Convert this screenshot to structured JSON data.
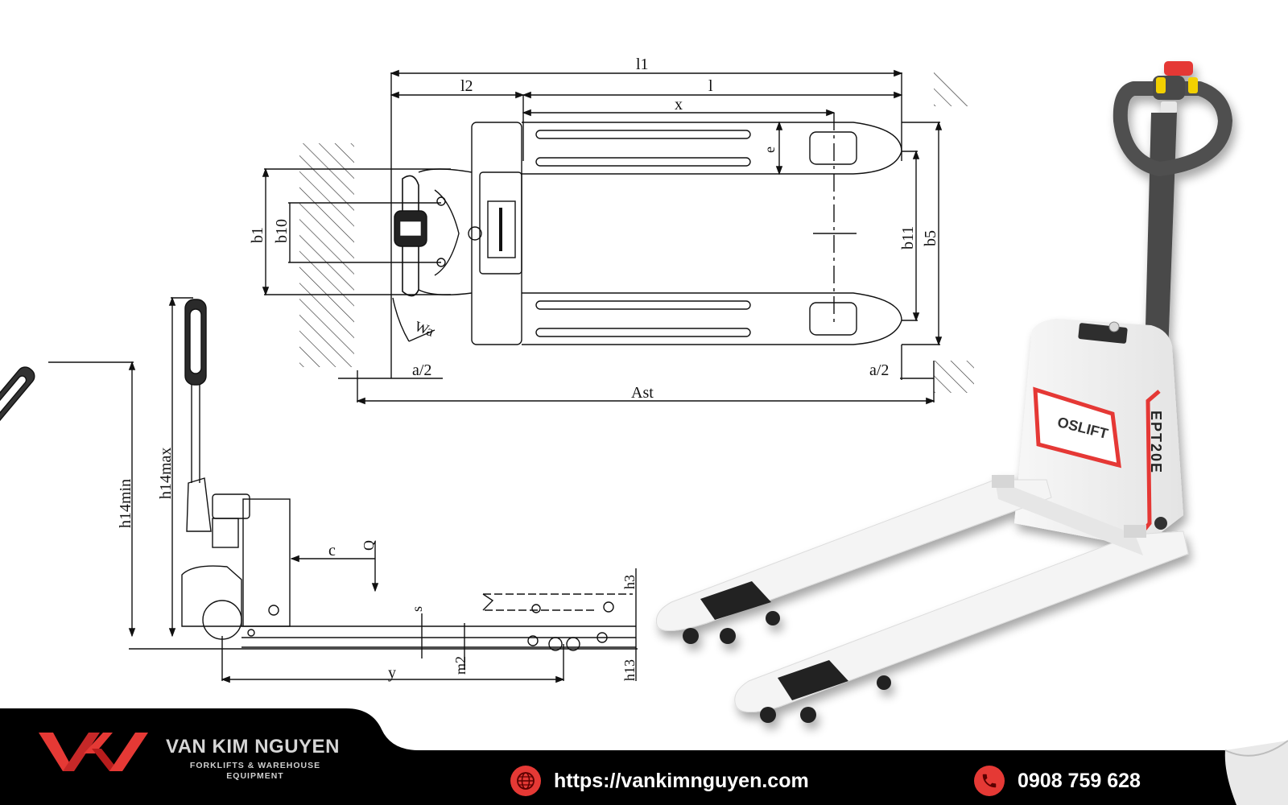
{
  "drawing": {
    "top_view": {
      "labels": {
        "l1": "l1",
        "l2": "l2",
        "l": "l",
        "x": "x",
        "e": "e",
        "b1": "b1",
        "b10": "b10",
        "b11": "b11",
        "b5": "b5",
        "wa": "Wa",
        "a_half_left": "a/2",
        "a_half_right": "a/2",
        "ast": "Ast"
      }
    },
    "side_view": {
      "labels": {
        "h14min": "h14min",
        "h14max": "h14max",
        "c": "c",
        "q": "Q",
        "s": "s",
        "m2": "m2",
        "y": "y",
        "h3": "h3",
        "h13": "h13"
      }
    }
  },
  "product": {
    "brand_plate": "OSLIFT",
    "model": "EPT20E",
    "colors": {
      "body": "#f2f2f2",
      "accent": "#e53935",
      "handle": "#4a4a4a",
      "button": "#e53935",
      "switch": "#f2d000"
    }
  },
  "footer": {
    "logo_mark": "VKN",
    "company_name": "VAN KIM NGUYEN",
    "tagline_line1": "FORKLIFTS & WAREHOUSE",
    "tagline_line2": "EQUIPMENT",
    "website": "https://vankimnguyen.com",
    "phone": "0908 759 628",
    "website_icon": "globe-icon",
    "phone_icon": "phone-icon",
    "colors": {
      "band": "#000000",
      "accent": "#e53935",
      "text": "#ffffff"
    }
  }
}
